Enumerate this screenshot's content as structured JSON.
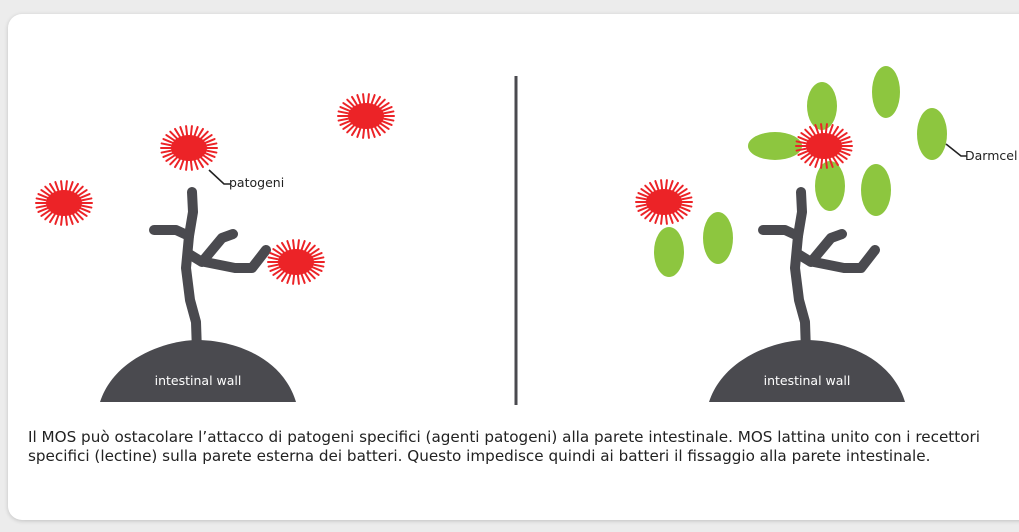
{
  "colors": {
    "pathogen": "#ec2327",
    "bacteria": "#8dc63f",
    "receptor": "#4a4a4f",
    "wall": "#4a4a4f",
    "divider": "#4a4a4f",
    "text": "#222222"
  },
  "left_panel": {
    "pathogen_label": "patogeni",
    "wall_label": "intestinal wall"
  },
  "right_panel": {
    "bacteria_label": "Darmcel",
    "wall_label": "intestinal wall"
  },
  "caption": "Il MOS può ostacolare l’attacco di patogeni specifici (agenti patogeni) alla parete intestinale. MOS lattina unito con i recettori specifici (lectine) sulla parete esterna dei batteri. Questo impedisce quindi ai batteri il fissaggio alla parete intestinale."
}
